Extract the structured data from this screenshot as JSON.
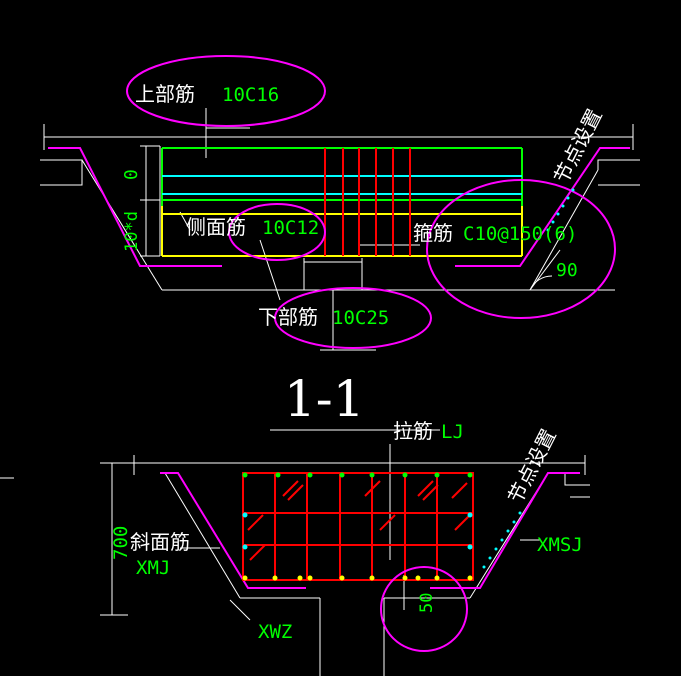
{
  "colors": {
    "background": "#000000",
    "outline": "#ffffff",
    "highlight": "#ff00ff",
    "rebar_main": "#00ff00",
    "rebar_side": "#00ffff",
    "rebar_bottom": "#ffff00",
    "stirrup": "#ff0000",
    "label_value": "#00ff00"
  },
  "top_section": {
    "top_bar": {
      "label": "上部筋",
      "value": "10C16"
    },
    "side_bar": {
      "label": "侧面筋",
      "value": "10C12"
    },
    "stirrup": {
      "label": "箍筋",
      "value": "C10@150(6)"
    },
    "bottom_bar": {
      "label": "下部筋",
      "value": "10C25"
    },
    "node_setting": "节点设置",
    "dim_zero": "0",
    "dim_10d": "10*d",
    "angle": "90"
  },
  "section_title": "1-1",
  "bottom_section": {
    "tie_bar": {
      "label": "拉筋",
      "value": "LJ"
    },
    "slope_bar": {
      "label": "斜面筋",
      "value": "XMJ"
    },
    "node_setting": "节点设置",
    "slope_tie": "XMSJ",
    "slope_outer": "XWZ",
    "dim_height": "700",
    "dim_50": "50"
  }
}
